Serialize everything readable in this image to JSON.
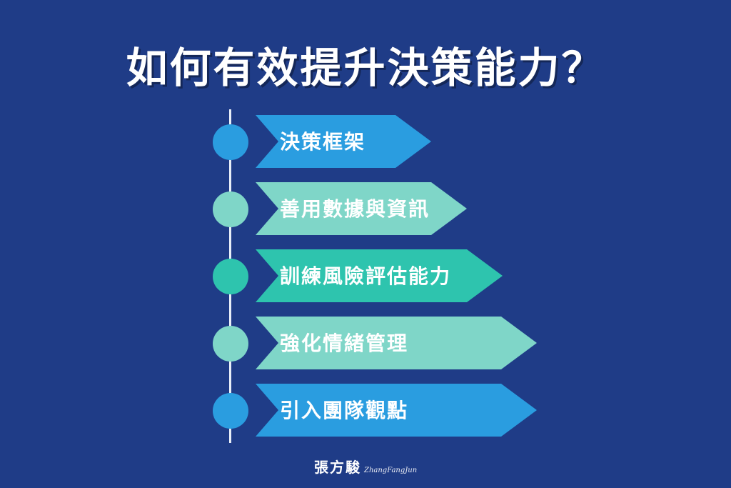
{
  "title": "如何有效提升決策能力？",
  "steps": [
    {
      "label": "決策框架",
      "dot_color": "#2a9de0",
      "arrow_color": "#2a9de0"
    },
    {
      "label": "善用數據與資訊",
      "dot_color": "#7fd6c8",
      "arrow_color": "#7fd6c8"
    },
    {
      "label": "訓練風險評估能力",
      "dot_color": "#2ec4ae",
      "arrow_color": "#2ec4ae"
    },
    {
      "label": "強化情緒管理",
      "dot_color": "#7fd6c8",
      "arrow_color": "#7fd6c8"
    },
    {
      "label": "引入團隊觀點",
      "dot_color": "#2a9de0",
      "arrow_color": "#2a9de0"
    }
  ],
  "logo": {
    "chinese": "張方駿",
    "english": "ZhangFangJun"
  },
  "colors": {
    "background": "#1f3c87",
    "timeline": "#e8eef8",
    "text": "#ffffff"
  }
}
